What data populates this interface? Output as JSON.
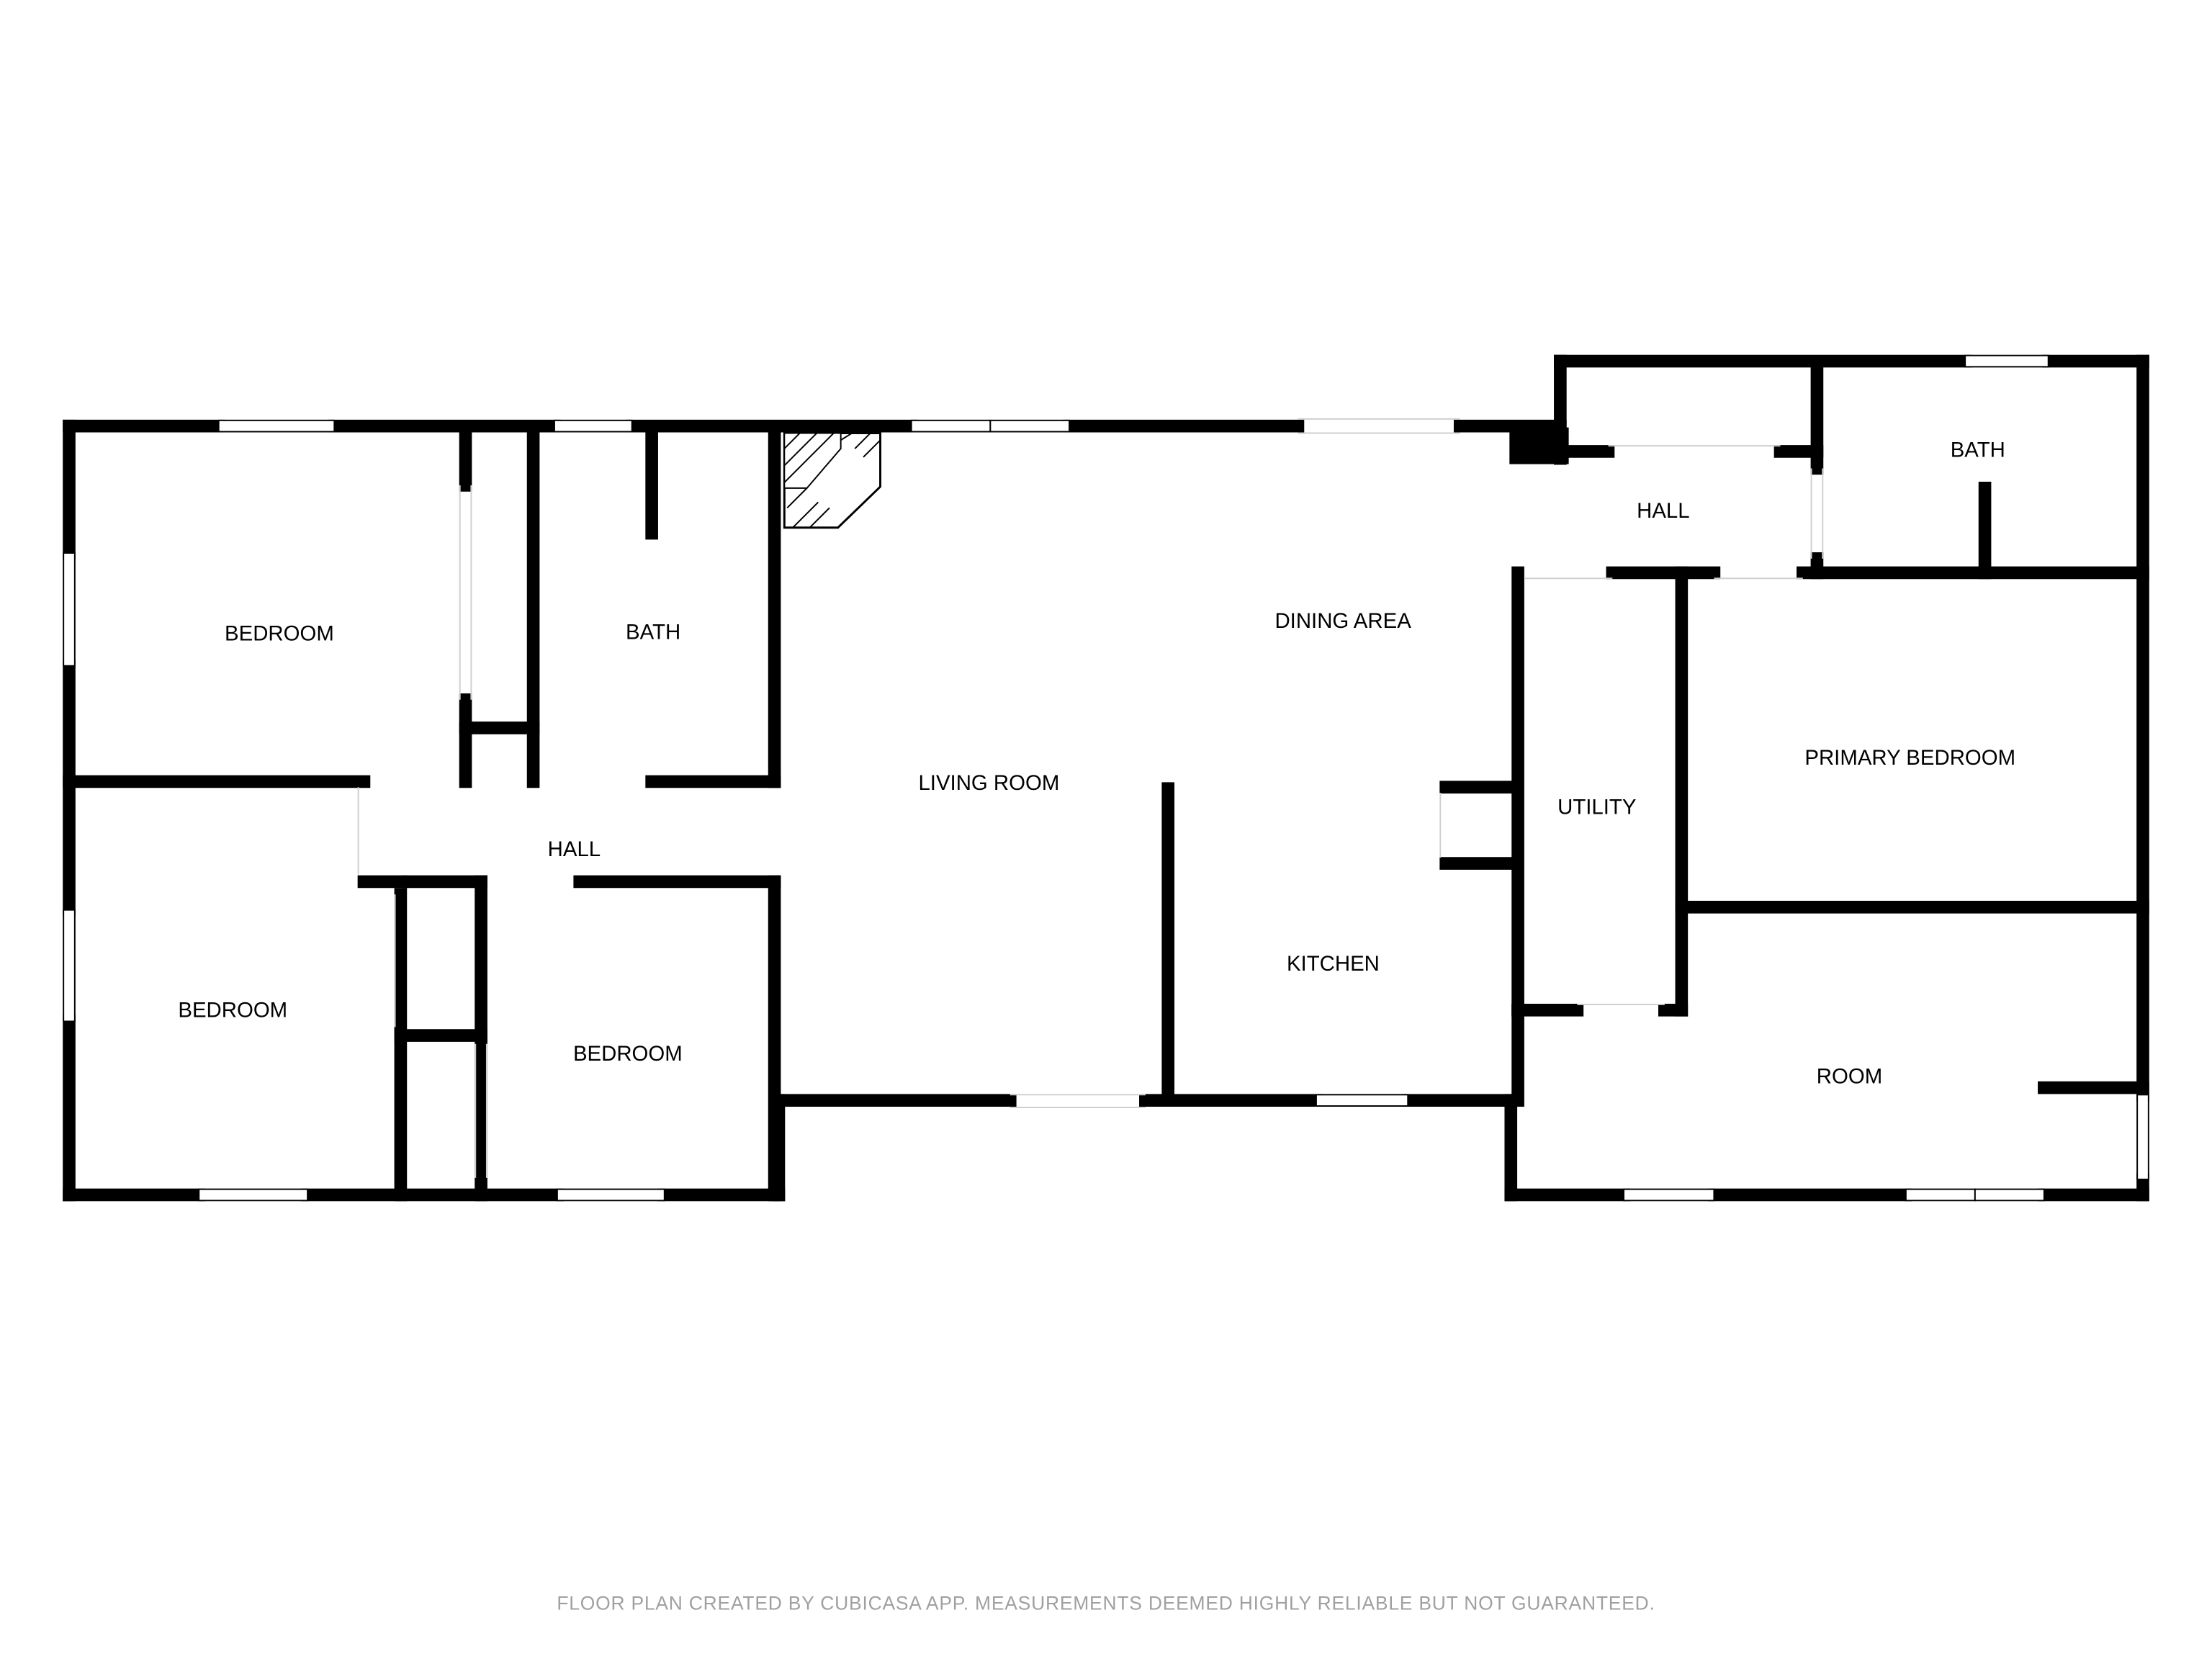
{
  "rooms": {
    "bedroom_top_left": "BEDROOM",
    "bath_left": "BATH",
    "hall_left": "HALL",
    "bedroom_bottom_left": "BEDROOM",
    "bedroom_bottom_middle": "BEDROOM",
    "living_room": "LIVING ROOM",
    "dining_area": "DINING AREA",
    "kitchen": "KITCHEN",
    "hall_right": "HALL",
    "bath_right": "BATH",
    "utility": "UTILITY",
    "primary_bedroom": "PRIMARY BEDROOM",
    "room": "ROOM"
  },
  "footer": {
    "disclaimer": "FLOOR PLAN CREATED BY CUBICASA APP. MEASUREMENTS DEEMED HIGHLY RELIABLE BUT NOT GUARANTEED."
  },
  "colors": {
    "wall": "#000000",
    "background": "#ffffff",
    "footer_text": "#a0a0a0"
  }
}
